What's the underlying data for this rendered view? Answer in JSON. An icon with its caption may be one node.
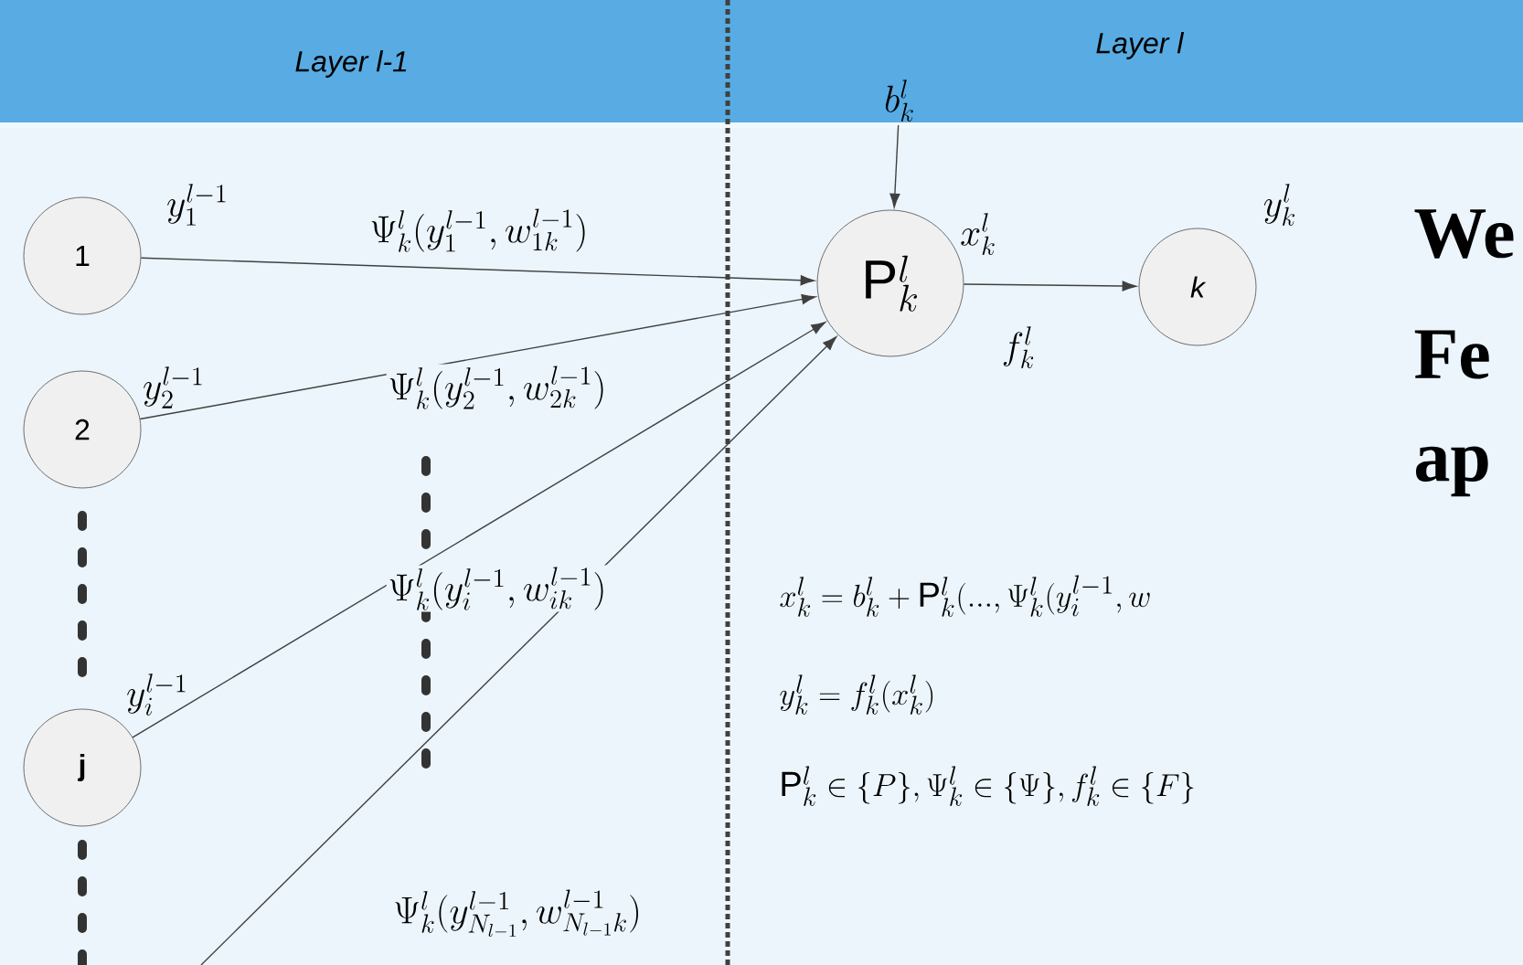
{
  "diagram": {
    "nodes": [
      {
        "text": [
          "1"
        ],
        "beside": [
          "y_1^{l-1}"
        ]
      },
      {
        "text": [
          "2"
        ],
        "beside": [
          "y_2^{l-1}"
        ]
      },
      {
        "text": [
          "j"
        ],
        "beside": [
          "y_i^{l-1}"
        ]
      },
      {
        "text": [
          "\\mathrm{P}_k^l"
        ],
        "beside": [
          "x_k^l"
        ]
      },
      {
        "text": [
          "k"
        ],
        "beside": [
          "y_k^l"
        ]
      },
      {
        "text": [
          "b_k^l"
        ]
      }
    ],
    "edges": [
      {
        "from": 0,
        "to": 3,
        "arrow": "to",
        "label": "\\Psi_k^l(y_1^{l-1}, w_{1k}^{l-1})"
      },
      {
        "from": 1,
        "to": 3,
        "arrow": "to",
        "label": "\\Psi_k^l(y_2^{l-1}, w_{2k}^{l-1})"
      },
      {
        "from": 2,
        "to": 3,
        "arrow": "to",
        "label": "\\Psi_k^l(y_i^{l-1}, w_{ik}^{l-1})"
      },
      {
        "from": null,
        "to": 3,
        "arrow": "to",
        "label": "\\Psi_k^l(y_{N_{l-1}}^{l-1}, w_{N_{l-1}k}^{l-1})"
      },
      {
        "from": 5,
        "to": 3,
        "arrow": "to"
      },
      {
        "from": 3,
        "to": 4,
        "arrow": "to",
        "label": "f_k^l"
      }
    ],
    "labels": [
      "Layer l-1",
      "Layer l",
      "We",
      "Fe",
      "ap",
      "x_k^l = b_k^l + \\mathrm{P}_k^l\\Big(..., \\Psi_k^l(y_i^{l-1}, w",
      "y_k^l = f_k^l(x_k^l)",
      "\\mathrm{P}_k^l \\in \\{P\\}, \\Psi_k^l \\in \\{\\Psi\\}, f_k^l \\in \\{F\\}"
    ]
  }
}
